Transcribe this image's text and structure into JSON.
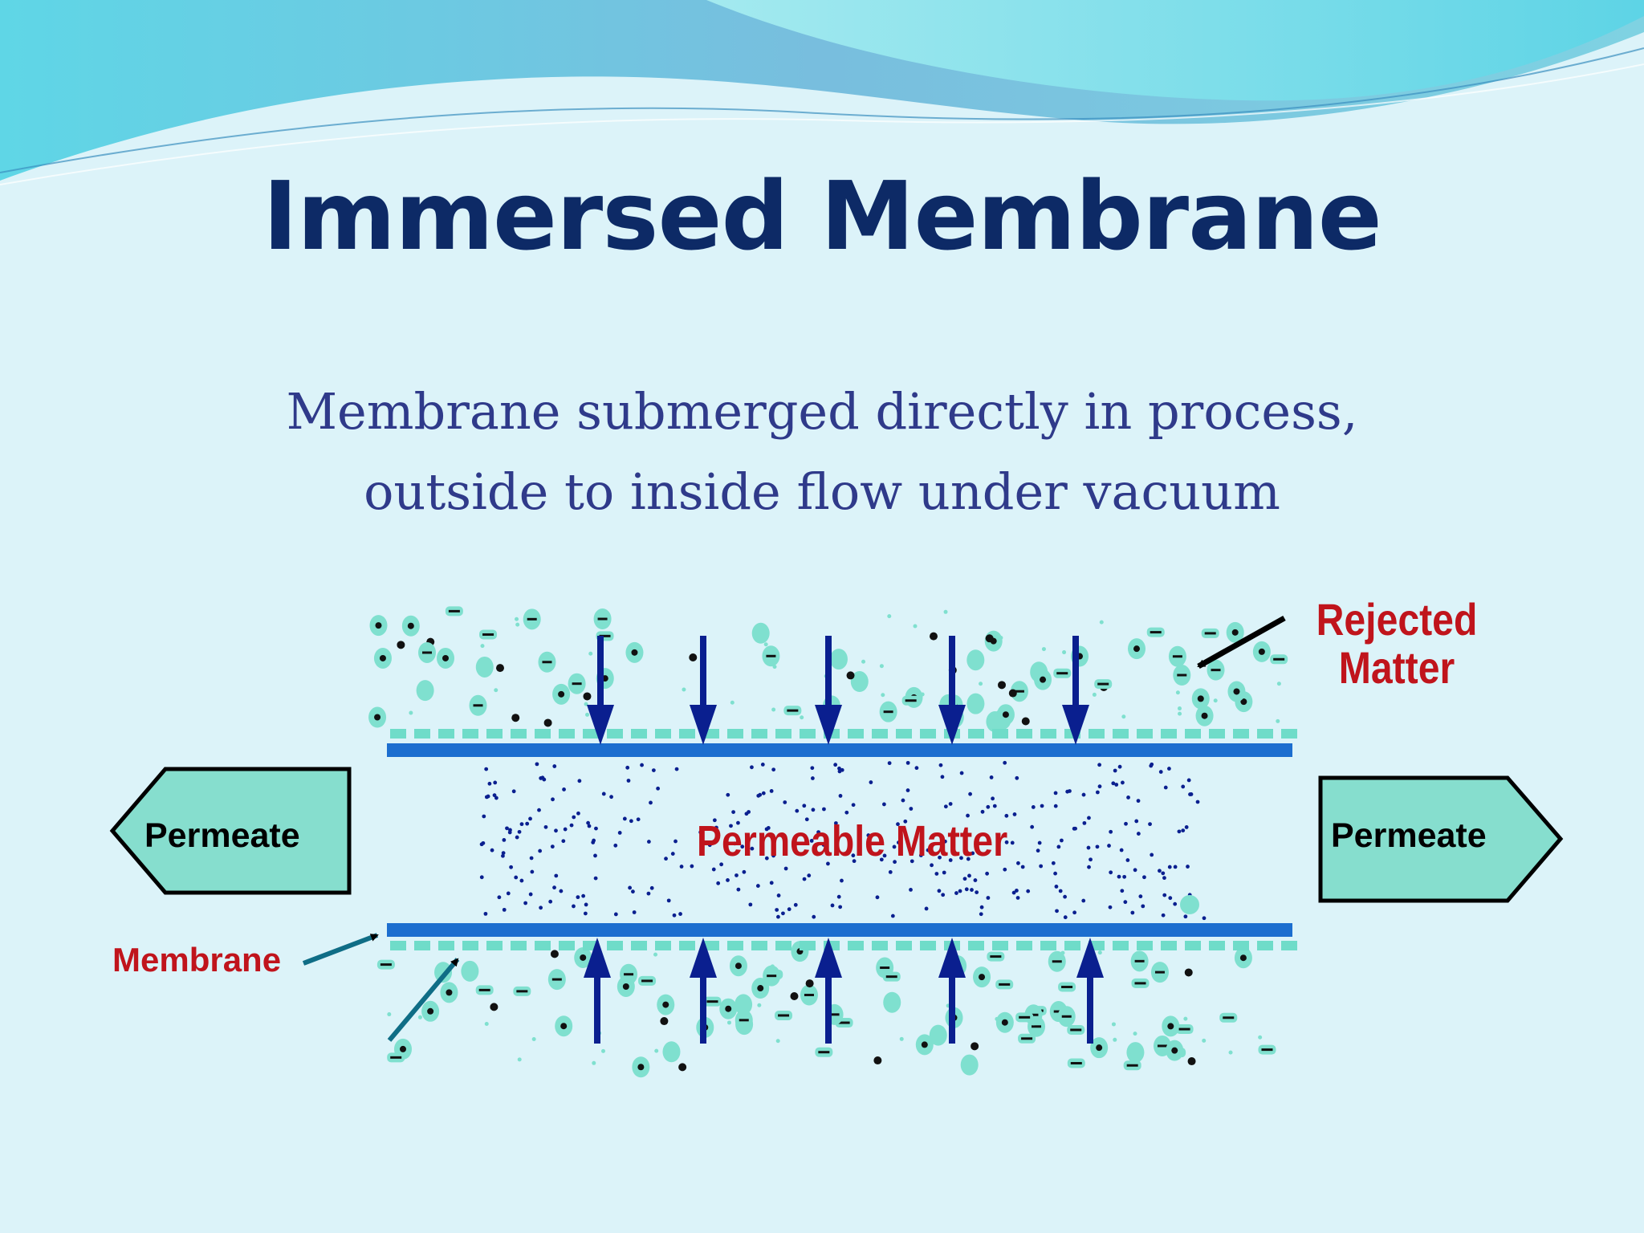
{
  "slide": {
    "title": "Immersed Membrane",
    "subtitle_line1": "Membrane submerged directly in process,",
    "subtitle_line2": "outside to inside flow under vacuum"
  },
  "diagram": {
    "label_rejected": "Rejected Matter",
    "label_rejected_line1": "Rejected",
    "label_rejected_line2": "Matter",
    "label_permeable": "Permeable Matter",
    "label_membrane": "Membrane",
    "permeate_left": "Permeate",
    "permeate_right": "Permeate"
  },
  "colors": {
    "background": "#dcf3f9",
    "title": "#0d2a66",
    "subtitle": "#2f3a8a",
    "membrane": "#1c6ecf",
    "flow_arrow": "#0a1f8f",
    "particle": "#7fe0cf",
    "label_red": "#c0141c",
    "permeate_box": "#86dece",
    "pointer_arrow": "#0f6d86"
  }
}
